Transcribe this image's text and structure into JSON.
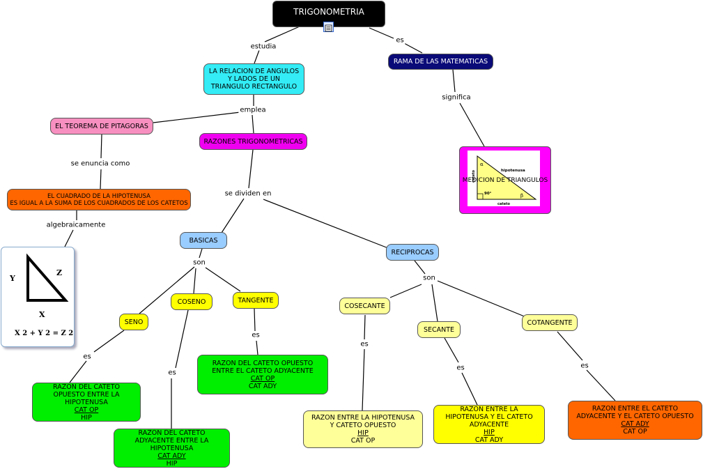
{
  "nodes": {
    "root": "TRIGONOMETRIA",
    "relacion": "LA RELACION DE ANGULOS Y LADOS DE UN TRIANGULO RECTANGULO",
    "rama": "RAMA DE LAS MATEMATICAS",
    "pitagoras": "EL TEOREMA DE PITAGORAS",
    "razones": "RAZONES TRIGONOMETRICAS",
    "cuadrado_line1": "EL CUADRADO DE LA HIPOTENUSA",
    "cuadrado_line2": "ES IGUAL A LA SUMA DE LOS CUADRADOS DE LOS CATETOS",
    "medicion": "MEDICION DE TRIANGULOS",
    "basicas": "BASICAS",
    "reciprocas": "RECIPROCAS",
    "seno": "SENO",
    "coseno": "COSENO",
    "tangente": "TANGENTE",
    "cosecante": "COSECANTE",
    "secante": "SECANTE",
    "cotangente": "COTANGENTE",
    "seno_def": {
      "text": "RAZON DEL CATETO OPUESTO ENTRE LA HIPOTENUSA",
      "num": "CAT OP",
      "den": "HIP"
    },
    "coseno_def": {
      "text": "RAZON DEL CATETO ADYACENTE ENTRE LA HIPOTENUSA",
      "num": "CAT ADY",
      "den": "HIP"
    },
    "tangente_def": {
      "text": "RAZON DEL CATETO OPUESTO ENTRE EL CATETO ADYACENTE",
      "num": "CAT OP",
      "den": "CAT ADY"
    },
    "cosecante_def": {
      "text": "RAZON ENTRE LA HIPOTENUSA Y CATETO OPUESTO",
      "num": "HIP",
      "den": "CAT OP"
    },
    "secante_def": {
      "text": "RAZON ENTRE LA HIPOTENUSA Y EL CATETO ADYACENTE",
      "num": "HIP",
      "den": "CAT ADY"
    },
    "cotangente_def": {
      "text": "RAZON ENTRE EL CATETO ADYACENTE Y EL CATETO OPUESTO",
      "num": "CAT ADY",
      "den": "CAT OP"
    }
  },
  "links": {
    "estudia": "estudia",
    "es_top": "es",
    "emplea": "emplea",
    "significa": "significa",
    "se_enuncia": "se enuncia como",
    "se_dividen": "se dividen en",
    "algebraicamente": "algebraicamente",
    "son_basicas": "son",
    "son_reciprocas": "son",
    "es_seno": "es",
    "es_coseno": "es",
    "es_tangente": "es",
    "es_cosecante": "es",
    "es_secante": "es",
    "es_cotangente": "es"
  },
  "triangle_image": {
    "hipotenusa": "hipotenusa",
    "cateto": "cateto",
    "cateto_side": "cateto",
    "angle": "90°",
    "alpha": "α",
    "beta": "β"
  },
  "pythagoras_image": {
    "x": "X",
    "y": "Y",
    "z": "Z",
    "formula": "X 2 + Y 2 = Z 2"
  },
  "colors": {
    "root": "#000000",
    "relacion": "#33ecf5",
    "rama": "#0a0a78",
    "pitagoras": "#f78fc0",
    "razones": "#f000f0",
    "cuadrado": "#ff6600",
    "medicion_frame": "#ff00ff",
    "basicas": "#99ccff",
    "yellow": "#ffff00",
    "light_yellow": "#ffff99",
    "green": "#00ee00",
    "orange": "#ff6600"
  }
}
